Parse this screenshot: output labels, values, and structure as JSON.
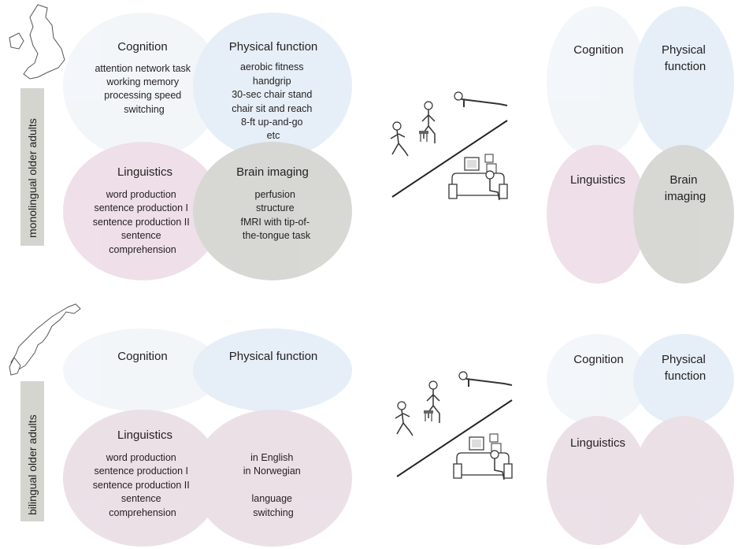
{
  "colors": {
    "cognition": "#eef3f8",
    "physical": "#dde9f5",
    "linguistics": "#ead4e0",
    "brain": "#c9cac4",
    "bilingual_fill": "#e6d5df",
    "label_box": "#d4d5cf"
  },
  "icons": [
    "uk-map-icon",
    "norway-map-icon",
    "activity-figures-icon"
  ],
  "mono": {
    "group_label": "monolingual older adults",
    "cognition": {
      "title": "Cognition",
      "items": [
        "attention network task",
        "working memory",
        "processing speed",
        "switching"
      ]
    },
    "physical": {
      "title": "Physical function",
      "items": [
        "aerobic fitness",
        "handgrip",
        "30-sec chair stand",
        "chair sit and reach",
        "8-ft up-and-go",
        "etc"
      ]
    },
    "linguistics": {
      "title": "Linguistics",
      "items": [
        "word production",
        "sentence production I",
        "sentence production II",
        "sentence",
        "comprehension"
      ]
    },
    "brain": {
      "title": "Brain imaging",
      "items": [
        "perfusion",
        "structure",
        "fMRI with tip-of-",
        "the-tongue task"
      ]
    },
    "small": {
      "cognition": "Cognition",
      "physical_1": "Physical",
      "physical_2": "function",
      "linguistics": "Linguistics",
      "brain_1": "Brain",
      "brain_2": "imaging"
    }
  },
  "bi": {
    "group_label": "bilingual older adults",
    "cognition": {
      "title": "Cognition"
    },
    "physical": {
      "title": "Physical function"
    },
    "linguistics": {
      "title": "Linguistics",
      "items": [
        "word production",
        "sentence production I",
        "sentence production II",
        "sentence",
        "comprehension"
      ]
    },
    "language": {
      "items": [
        "in English",
        "in Norwegian",
        "",
        "language",
        "switching"
      ]
    },
    "small": {
      "cognition": "Cognition",
      "physical_1": "Physical",
      "physical_2": "function",
      "linguistics": "Linguistics"
    }
  }
}
